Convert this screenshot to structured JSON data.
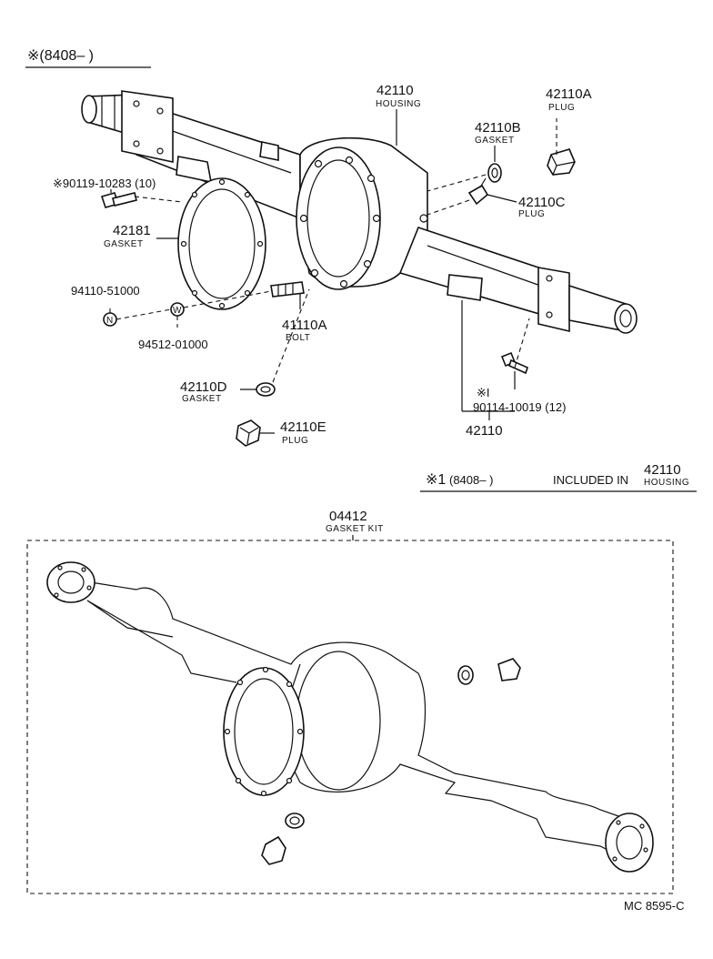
{
  "header_note": "※(8408–        )",
  "labels": {
    "housing_no": "42110",
    "housing_name": "HOUSING",
    "plug_a_no": "42110A",
    "plug_a_name": "PLUG",
    "gasket_b_no": "42110B",
    "gasket_b_name": "GASKET",
    "plug_c_no": "42110C",
    "plug_c_name": "PLUG",
    "bolt_top_no": "※90119-10283 (10)",
    "gasket_181_no": "42181",
    "gasket_181_name": "GASKET",
    "nut_no": "94110-51000",
    "nut_mark": "N",
    "washer_mark": "W",
    "washer_no": "94512-01000",
    "bolt_a_no": "41110A",
    "bolt_a_name": "BOLT",
    "gasket_d_no": "42110D",
    "gasket_d_name": "GASKET",
    "plug_e_no": "42110E",
    "plug_e_name": "PLUG",
    "bolt_bottom_mark": "※I",
    "bolt_bottom_no": "90114-10019 (12)",
    "housing_ref_no": "42110",
    "footnote_mark": "※1",
    "footnote_date": "(8408–        )",
    "footnote_included": "INCLUDED IN",
    "footnote_part_no": "42110",
    "footnote_part_name": "HOUSING",
    "kit_no": "04412",
    "kit_name": "GASKET KIT",
    "diagram_code": "MC 8595-C"
  }
}
